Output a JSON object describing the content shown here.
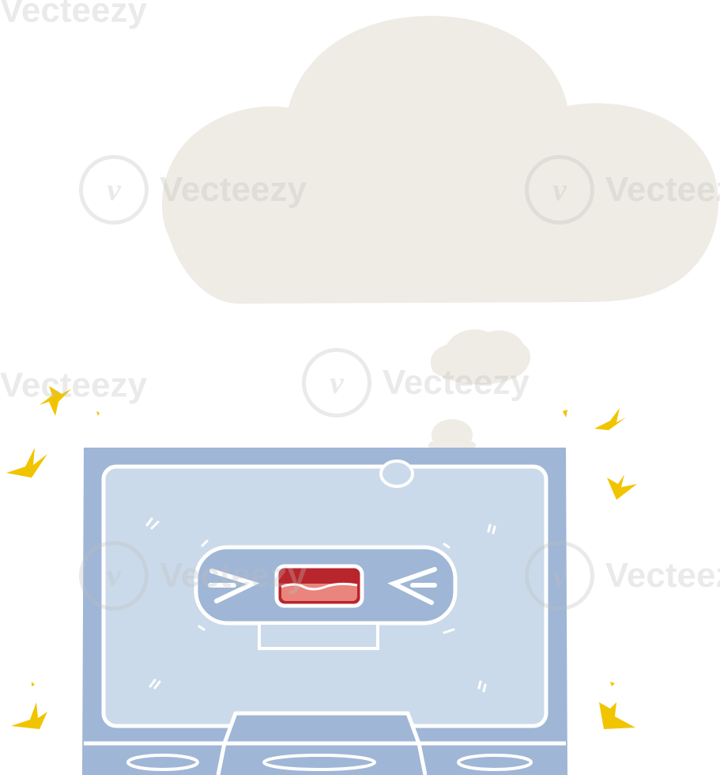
{
  "colors": {
    "cloud_fill": "#efece5",
    "cassette_body": "#9fb6d6",
    "cassette_label": "#cbdaea",
    "outline": "#ffffff",
    "mouth_red": "#b9252c",
    "mouth_pink": "#e9857d",
    "sparkle_yellow": "#f1c400",
    "watermark_gray": "#bebebe"
  },
  "icons": {
    "cloud": "thought-cloud-icon",
    "cassette": "cassette-tape-icon",
    "sparkle": "sparkle-icon"
  },
  "watermarks": [
    {
      "text": "Vecteezy"
    },
    {
      "text": "Vecteezy"
    },
    {
      "text": "Vecteezy"
    },
    {
      "text": "Vecteezy"
    },
    {
      "text": "Vecteezy"
    },
    {
      "text": "Vecteezy"
    },
    {
      "text": "Vecteezy"
    }
  ]
}
